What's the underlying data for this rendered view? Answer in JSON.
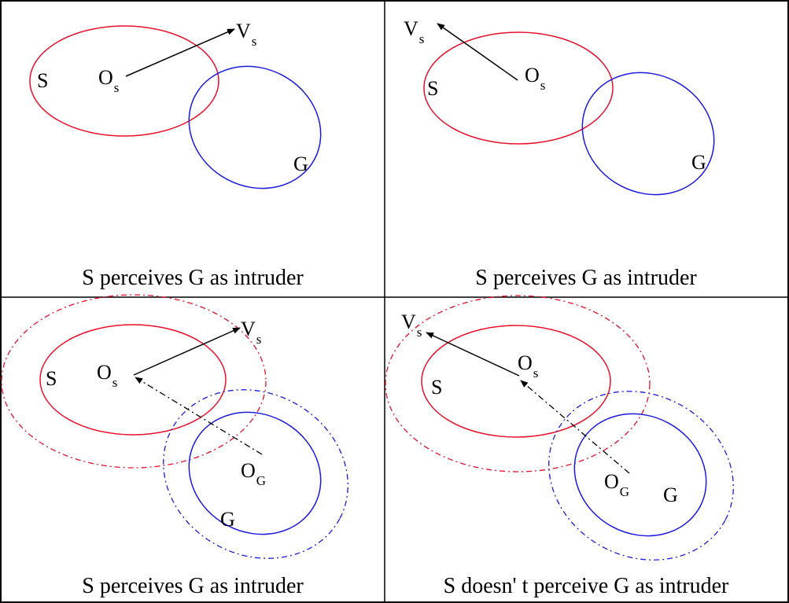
{
  "colors": {
    "s_region": "#e8102a",
    "g_region": "#1a1ae0",
    "ink": "#000000",
    "background": "#ffffff"
  },
  "labels": {
    "S": "S",
    "G": "G",
    "O": "O",
    "V": "V",
    "sub_s": "s",
    "sub_G": "G"
  },
  "panels": [
    {
      "caption": "S perceives G as intruder"
    },
    {
      "caption": "S perceives G as intruder"
    },
    {
      "caption": "S perceives G as intruder"
    },
    {
      "caption": "S doesn' t perceive G as intruder"
    }
  ]
}
